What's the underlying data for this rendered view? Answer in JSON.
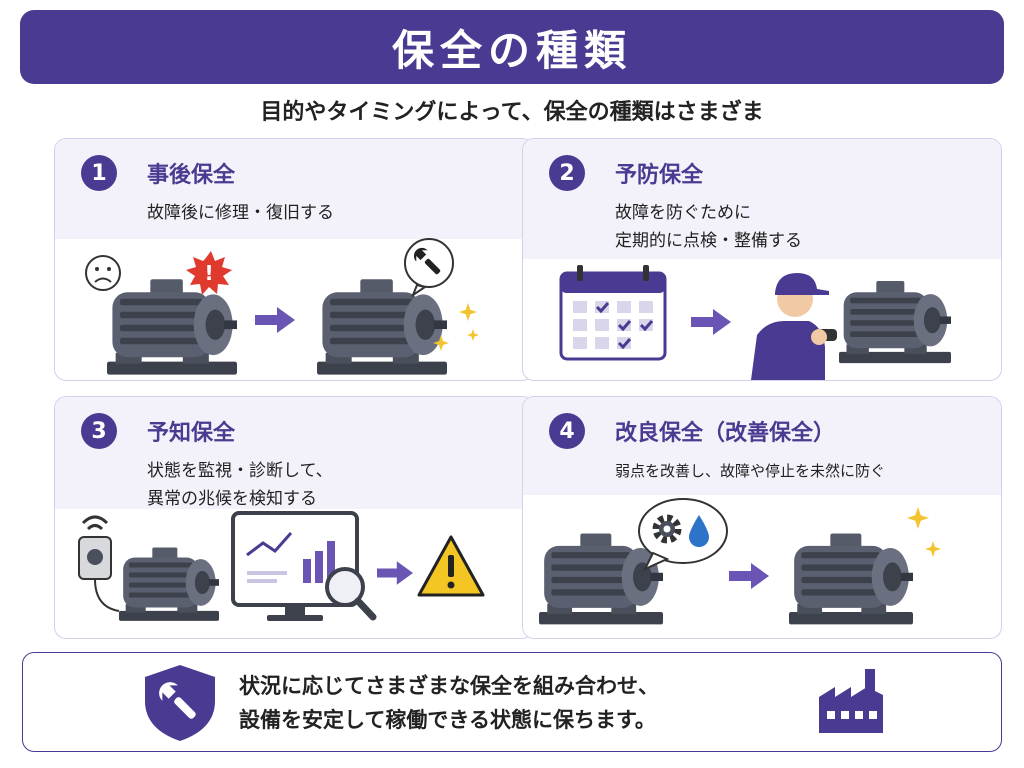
{
  "title": "保全の種類",
  "subtitle": "目的やタイミングによって、保全の種類はさまざま",
  "cards": [
    {
      "number": "1",
      "title": "事後保全",
      "desc": [
        "故障後に修理・復旧する"
      ]
    },
    {
      "number": "2",
      "title": "予防保全",
      "desc": [
        "故障を防ぐために",
        "定期的に点検・整備する"
      ]
    },
    {
      "number": "3",
      "title": "予知保全",
      "desc": [
        "状態を監視・診断して、",
        "異常の兆候を検知する"
      ]
    },
    {
      "number": "4",
      "title": "改良保全（改善保全）",
      "desc": [
        "弱点を改善し、故障や停止を未然に防ぐ"
      ]
    }
  ],
  "summary": {
    "lines": [
      "状況に応じてさまざまな保全を組み合わせ、",
      "設備を安定して稼働できる状態に保ちます。"
    ]
  },
  "colors": {
    "primary": "#4b3a91",
    "accent": "#6a55b5",
    "motor": "#4a4f5c",
    "alert": "#e03a2f",
    "warning": "#f3c623",
    "sparkle": "#f4c430"
  },
  "icons": [
    "sad-face-icon",
    "alert-burst-icon",
    "wrench-icon",
    "calendar-icon",
    "technician-icon",
    "wifi-sensor-icon",
    "magnifier-icon",
    "warning-icon",
    "gear-icon",
    "drop-icon",
    "shield-wrench-icon",
    "factory-icon",
    "sparkle-icon",
    "arrow-right-icon"
  ]
}
